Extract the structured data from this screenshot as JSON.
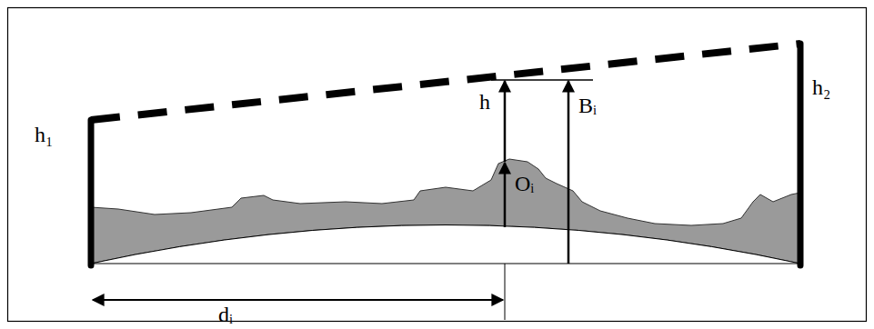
{
  "diagram": {
    "labels": [
      "h₁",
      "h₂",
      "h",
      "Bᵢ",
      "Oᵢ",
      "dᵢ"
    ]
  }
}
